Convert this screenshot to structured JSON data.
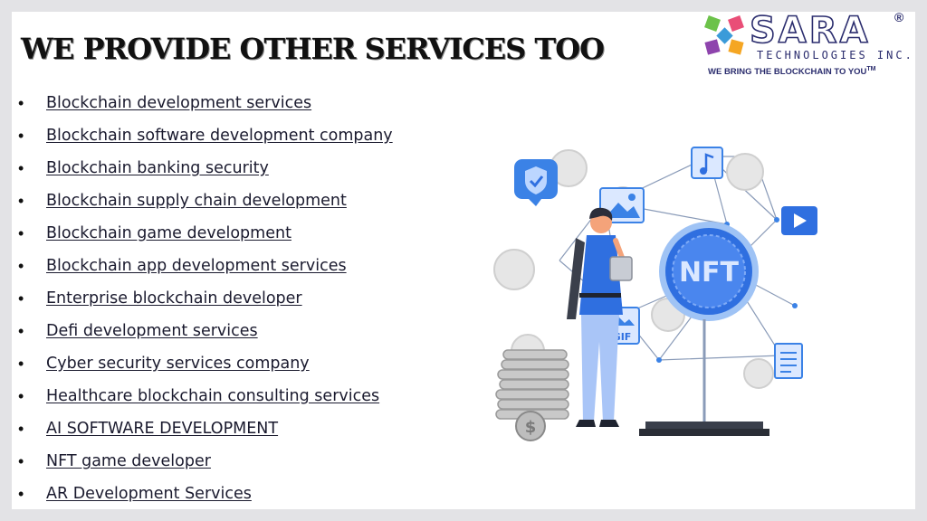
{
  "slide": {
    "title": "WE PROVIDE OTHER SERVICES TOO"
  },
  "logo": {
    "name": "SARA",
    "registered": "®",
    "subtitle": "TECHNOLOGIES INC.",
    "tagline": "WE BRING THE BLOCKCHAIN TO YOU",
    "tagline_tm": "TM"
  },
  "services": [
    {
      "bullet": "•",
      "label": "Blockchain development services"
    },
    {
      "bullet": "•",
      "label": "Blockchain software development company"
    },
    {
      "bullet": "•",
      "label": "Blockchain banking security"
    },
    {
      "bullet": "•",
      "label": "Blockchain supply chain development"
    },
    {
      "bullet": "•",
      "label": "Blockchain game development"
    },
    {
      "bullet": "•",
      "label": "Blockchain app development services"
    },
    {
      "bullet": "•",
      "label": "Enterprise blockchain developer"
    },
    {
      "bullet": "•",
      "label": "Defi development services"
    },
    {
      "bullet": "•",
      "label": "Cyber security services company"
    },
    {
      "bullet": "•",
      "label": "Healthcare blockchain consulting services"
    },
    {
      "bullet": "•",
      "label": "AI SOFTWARE DEVELOPMENT"
    },
    {
      "bullet": "•",
      "label": "NFT game developer"
    },
    {
      "bullet": "•",
      "label": "AR Development Services"
    }
  ],
  "illustration": {
    "nft_label": "NFT",
    "gif_label": "GIF",
    "dollar_glyph": "$",
    "icons": [
      "shield-check-icon",
      "image-icon",
      "music-note-icon",
      "play-icon",
      "document-icon"
    ]
  },
  "colors": {
    "title": "#111111",
    "link": "#1a1a2e",
    "brand_navy": "#2b2d6e",
    "nft_blue": "#2f6fe0",
    "icon_blue": "#3b82e6",
    "coin_gray": "#d9d9d9"
  }
}
